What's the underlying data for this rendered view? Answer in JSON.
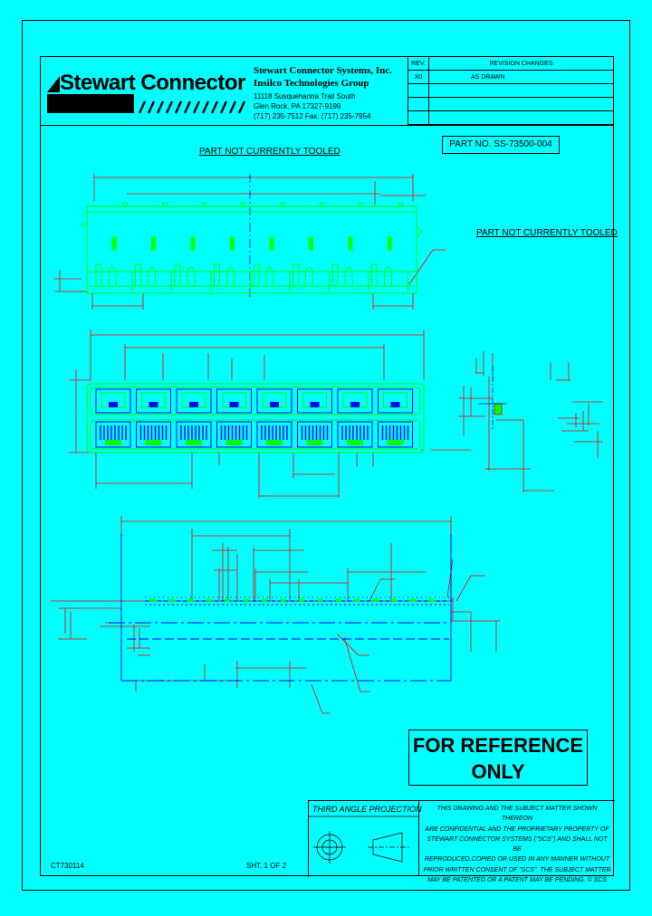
{
  "company": {
    "logo_text": "Stewart Connector",
    "name": "Stewart Connector Systems, Inc.",
    "group": "Insilco Technologies Group",
    "address1": "11118 Susquehanna Trail South",
    "address2": "Glen Rock, PA   17327-9199",
    "phone": "(717) 235-7512   Fax: (717) 235-7954"
  },
  "revision": {
    "col_rev": "REV.",
    "col_changes": "REVISION CHANGES",
    "rows": [
      {
        "rev": "X0",
        "change": "AS DRAWN"
      }
    ]
  },
  "part_number": "PART NO. SS-73500-004",
  "notes": {
    "not_tooled_1": "PART NOT CURRENTLY TOOLED",
    "not_tooled_2": "PART NOT CURRENTLY TOOLED"
  },
  "reference": {
    "line1": "FOR REFERENCE",
    "line2": "ONLY"
  },
  "projection_label": "THIRD ANGLE PROJECTION",
  "notice_text": [
    "THIS DRAWING AND THE SUBJECT MATTER SHOWN THEREON",
    "ARE CONFIDENTIAL AND THE PROPRIETARY PROPERTY OF",
    "STEWART CONNECTOR SYSTEMS (\"SCS\") AND SHALL NOT BE",
    "REPRODUCED,COPIED OR USED IN ANY MANNER WITHOUT",
    "PRIOR WRITTEN CONSENT OF \"SCS\".  THE SUBJECT MATTER",
    "MAY BE PATENTED OR A PATENT MAY BE PENDING.  © SCS"
  ],
  "drawing_code": "CT730114",
  "sheet": "SHT. 1 OF 2",
  "colors": {
    "background": "#00ffff",
    "part_outline": "#00ff00",
    "dimension": "#ff0000",
    "detail": "#0000ff",
    "ink": "#000000"
  }
}
